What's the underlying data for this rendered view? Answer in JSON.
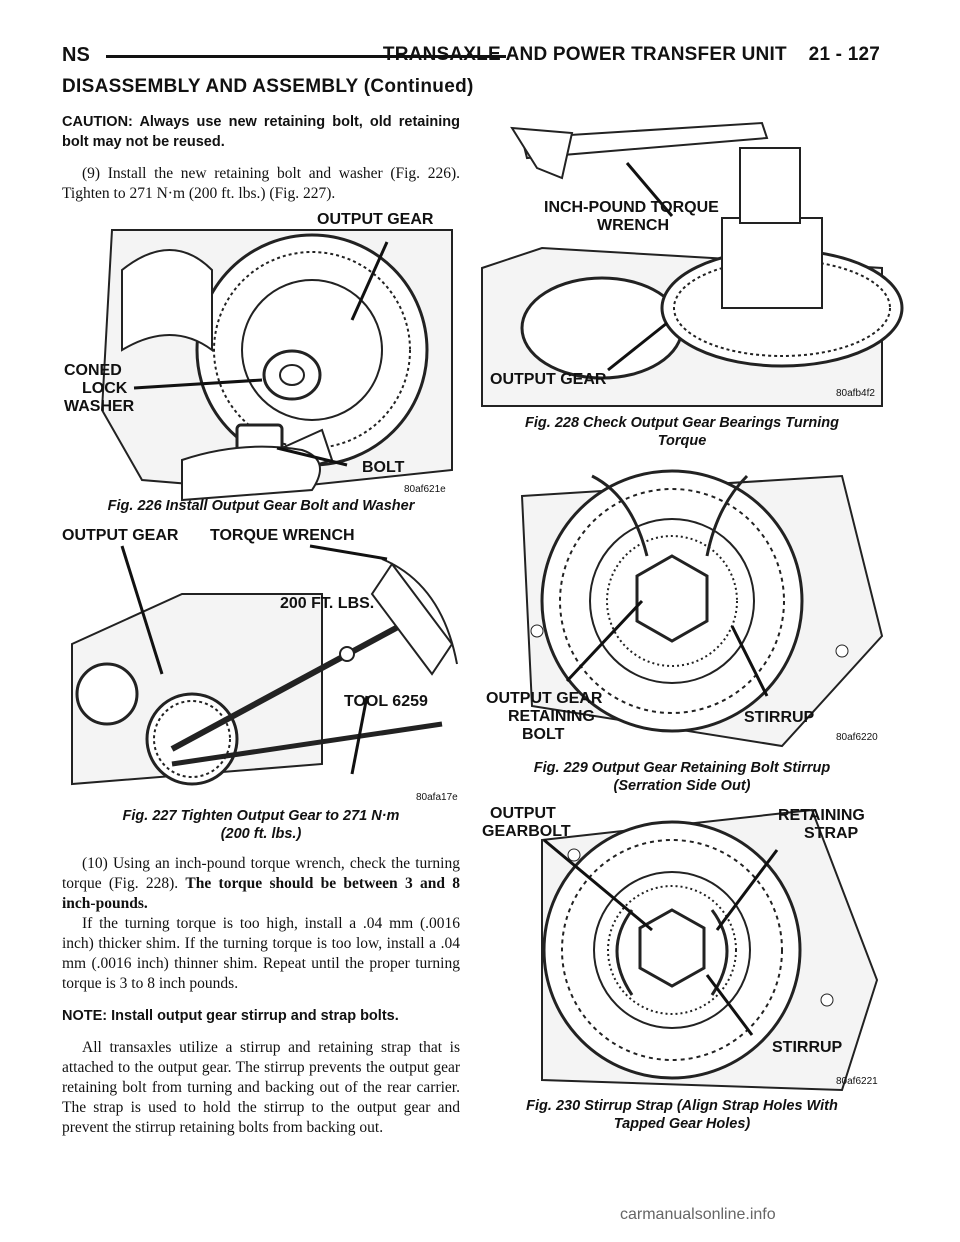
{
  "header": {
    "left": "NS",
    "right": "TRANSAXLE AND POWER TRANSFER UNIT    21 - 127"
  },
  "section_title": "DISASSEMBLY AND ASSEMBLY (Continued)",
  "left_col": {
    "caution": "CAUTION: Always use new retaining bolt, old retaining bolt may not be reused.",
    "step9": "(9) Install the new retaining bolt and washer (Fig. 226). Tighten to 271 N·m (200 ft. lbs.) (Fig. 227).",
    "step10_text": "(10) Using an inch-pound torque wrench, check the turning torque (Fig. 228). ",
    "step10_bold": "The torque should be between 3 and 8 inch-pounds.",
    "shim_para": "If the turning torque is too high, install a .04 mm (.0016 inch) thicker shim. If the turning torque is too low, install a .04 mm (.0016 inch) thinner shim. Repeat until the proper turning torque is 3 to 8 inch pounds.",
    "note": "NOTE: Install output gear stirrup and strap bolts.",
    "stirrup_para": "All transaxles utilize a stirrup and retaining strap that is attached to the output gear. The stirrup prevents the output gear retaining bolt from turning and backing out of the rear carrier. The strap is used to hold the stirrup to the output gear and prevent the stirrup retaining bolts from backing out."
  },
  "figures": {
    "fig226": {
      "labels": {
        "output_gear": "OUTPUT GEAR",
        "coned1": "CONED",
        "coned2": "LOCK",
        "coned3": "WASHER",
        "bolt": "BOLT"
      },
      "code": "80af621e",
      "caption": "Fig. 226 Install Output Gear Bolt and Washer"
    },
    "fig227": {
      "labels": {
        "output_gear": "OUTPUT GEAR",
        "torque_wrench": "TORQUE WRENCH",
        "ftlbs": "200 FT. LBS.",
        "tool": "TOOL 6259"
      },
      "code": "80afa17e",
      "caption1": "Fig. 227 Tighten Output Gear to 271 N·m",
      "caption2": "(200 ft. lbs.)"
    },
    "fig228": {
      "labels": {
        "ipw1": "INCH-POUND TORQUE",
        "ipw2": "WRENCH",
        "output_gear": "OUTPUT GEAR"
      },
      "code": "80afb4f2",
      "caption1": "Fig. 228 Check Output Gear Bearings Turning",
      "caption2": "Torque"
    },
    "fig229": {
      "labels": {
        "og1": "OUTPUT GEAR",
        "og2": "RETAINING",
        "og3": "BOLT",
        "stirrup": "STIRRUP"
      },
      "code": "80af6220",
      "caption1": "Fig. 229 Output Gear Retaining Bolt Stirrup",
      "caption2": "(Serration Side Out)"
    },
    "fig230": {
      "labels": {
        "og1": "OUTPUT",
        "og2": "GEARBOLT",
        "rs1": "RETAINING",
        "rs2": "STRAP",
        "stirrup": "STIRRUP"
      },
      "code": "80af6221",
      "caption1": "Fig. 230 Stirrup Strap (Align Strap Holes With",
      "caption2": "Tapped Gear Holes)"
    }
  },
  "watermark": "carmanualsonline.info"
}
